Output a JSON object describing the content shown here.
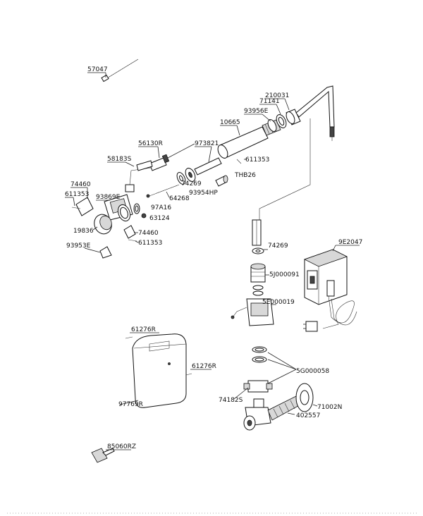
{
  "labels": {
    "p57047": "57047",
    "p210031": "210031",
    "p71141": "71141",
    "p93956e": "93956E",
    "p10665": "10665",
    "p56130r": "56130R",
    "p973821": "973821",
    "p58183s": "58183S",
    "p611353a": "611353",
    "thb26": "THB26",
    "p74460a": "74460",
    "p611353b": "611353",
    "p74269a": "74269",
    "p93954hp": "93954HP",
    "p93869e": "93869E",
    "p64268": "64268",
    "p97a16": "97A16",
    "p63124": "63124",
    "p19836": "19836",
    "p74460b": "74460",
    "p611353c": "611353",
    "p93953e": "93953E",
    "p74269b": "74269",
    "p9e2047": "9E2047",
    "p5j000091": "5J000091",
    "p5e000019": "5E000019",
    "p61276r_a": "61276R",
    "p61276r_b": "61276R",
    "p5g000058": "5G000058",
    "p97769r": "97769R",
    "p74182s": "74182S",
    "p71002n": "71002N",
    "p402557": "402557",
    "p85060rz": "85060RZ"
  }
}
